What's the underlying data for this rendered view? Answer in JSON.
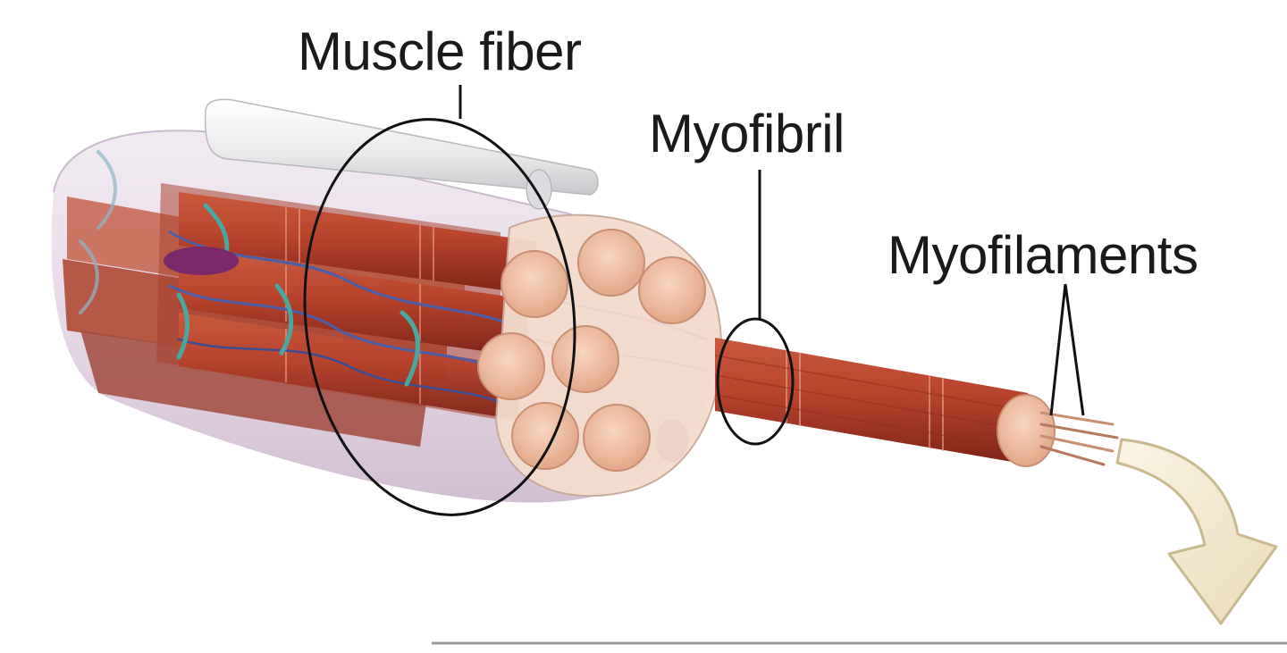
{
  "labels": {
    "muscle_fiber": "Muscle fiber",
    "myofibril": "Myofibril",
    "myofilaments": "Myofilaments"
  },
  "colors": {
    "muscle_red": "#b8432c",
    "muscle_dark": "#7d2416",
    "myofibril_end": "#f2c3a8",
    "sheath": "#e6dbe6",
    "vessel_blue": "#4a5fa8",
    "nerve_teal": "#4aa7a0",
    "nucleus_purple": "#7a2a6a",
    "arrow_fill": "#f4ead2",
    "arrow_stroke": "#c9b98f",
    "leader_line": "#111111"
  }
}
